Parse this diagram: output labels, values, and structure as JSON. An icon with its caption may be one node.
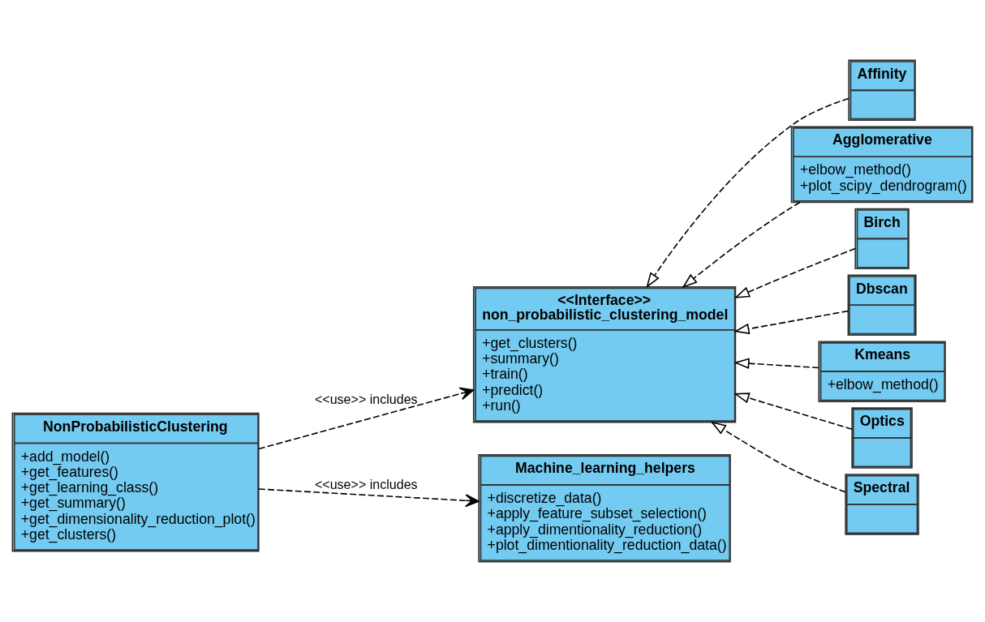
{
  "diagram": {
    "nodes": [
      {
        "text": [
          "NonProbabilisticClustering",
          "+add_model()",
          "+get_features()",
          "+get_learning_class()",
          "+get_summary()",
          "+get_dimensionality_reduction_plot()",
          "+get_clusters()"
        ]
      },
      {
        "text": [
          "<<Interface>>",
          "non_probabilistic_clustering_model",
          "+get_clusters()",
          "+summary()",
          "+train()",
          "+predict()",
          "+run()"
        ]
      },
      {
        "text": [
          "Machine_learning_helpers",
          "+discretize_data()",
          "+apply_feature_subset_selection()",
          "+apply_dimentionality_reduction()",
          "+plot_dimentionality_reduction_data()"
        ]
      },
      {
        "text": [
          "Affinity"
        ]
      },
      {
        "text": [
          "Agglomerative",
          "+elbow_method()",
          "+plot_scipy_dendrogram()"
        ]
      },
      {
        "text": [
          "Birch"
        ]
      },
      {
        "text": [
          "Dbscan"
        ]
      },
      {
        "text": [
          "Kmeans",
          "+elbow_method()"
        ]
      },
      {
        "text": [
          "Optics"
        ]
      },
      {
        "text": [
          "Spectral"
        ]
      }
    ],
    "edges": [
      {
        "from": 0,
        "to": 1,
        "arrow": "to",
        "label": "<<use>> includes",
        "style": "dashed"
      },
      {
        "from": 0,
        "to": 2,
        "arrow": "to",
        "label": "<<use>> includes",
        "style": "dashed"
      },
      {
        "from": 3,
        "to": 1,
        "arrow": "to",
        "style": "dashed"
      },
      {
        "from": 4,
        "to": 1,
        "arrow": "to",
        "style": "dashed"
      },
      {
        "from": 5,
        "to": 1,
        "arrow": "to",
        "style": "dashed"
      },
      {
        "from": 6,
        "to": 1,
        "arrow": "to",
        "style": "dashed"
      },
      {
        "from": 7,
        "to": 1,
        "arrow": "to",
        "style": "dashed"
      },
      {
        "from": 8,
        "to": 1,
        "arrow": "to",
        "style": "dashed"
      },
      {
        "from": 9,
        "to": 1,
        "arrow": "to",
        "style": "dashed"
      }
    ]
  }
}
